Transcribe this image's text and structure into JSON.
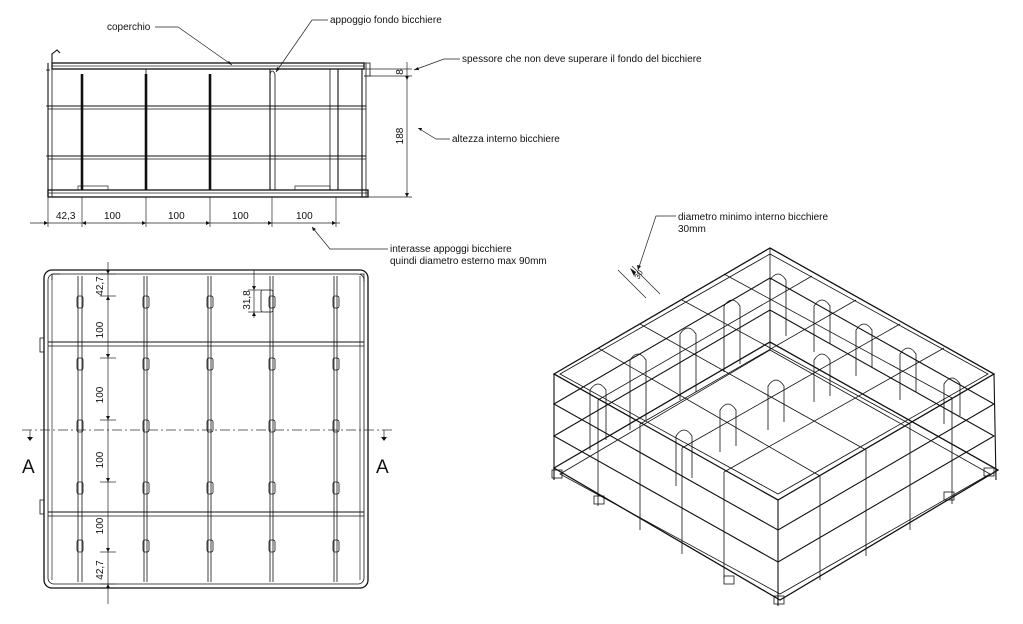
{
  "labels": {
    "coperchio": "coperchio",
    "appoggio": "appoggio fondo bicchiere",
    "spessore": "spessore che non deve superare il fondo del bicchiere",
    "altezza": "altezza interno bicchiere",
    "interasse_1": "interasse appoggi bicchiere",
    "interasse_2": "quindi diametro esterno max 90mm",
    "diametro_1": "diametro minimo interno bicchiere",
    "diametro_2": "30mm"
  },
  "dimensions": {
    "side_8": "8",
    "side_188": "188",
    "front_left": "42,3",
    "front_pitch": [
      "100",
      "100",
      "100",
      "100"
    ],
    "plan_top": "42,7",
    "plan_pitch": [
      "100",
      "100",
      "100",
      "100"
    ],
    "plan_bottom": "42,7",
    "plan_slot": "31,8",
    "iso_30": "30"
  },
  "section": {
    "left": "A",
    "right": "A"
  }
}
